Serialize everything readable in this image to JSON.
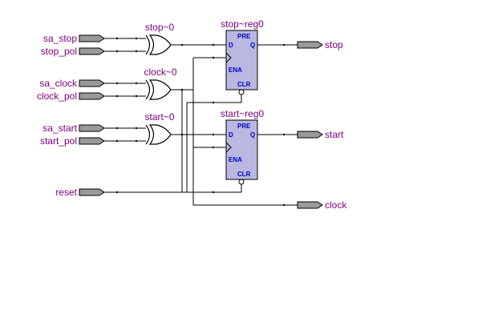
{
  "inputs": {
    "sa_stop": "sa_stop",
    "stop_pol": "stop_pol",
    "sa_clock": "sa_clock",
    "clock_pol": "clock_pol",
    "sa_start": "sa_start",
    "start_pol": "start_pol",
    "reset": "reset"
  },
  "gates": {
    "stop_xor": "stop~0",
    "clock_xor": "clock~0",
    "start_xor": "start~0"
  },
  "registers": {
    "stop_reg": {
      "name": "stop~reg0",
      "pins": {
        "pre": "PRE",
        "d": "D",
        "q": "Q",
        "ena": "ENA",
        "clr": "CLR"
      }
    },
    "start_reg": {
      "name": "start~reg0",
      "pins": {
        "pre": "PRE",
        "d": "D",
        "q": "Q",
        "ena": "ENA",
        "clr": "CLR"
      }
    }
  },
  "outputs": {
    "stop": "stop",
    "start": "start",
    "clock": "clock"
  },
  "colors": {
    "label": "#800080",
    "pin_label": "#0000cc",
    "register_fill": "#b8b8e0",
    "port_fill": "#9a9a9a"
  }
}
